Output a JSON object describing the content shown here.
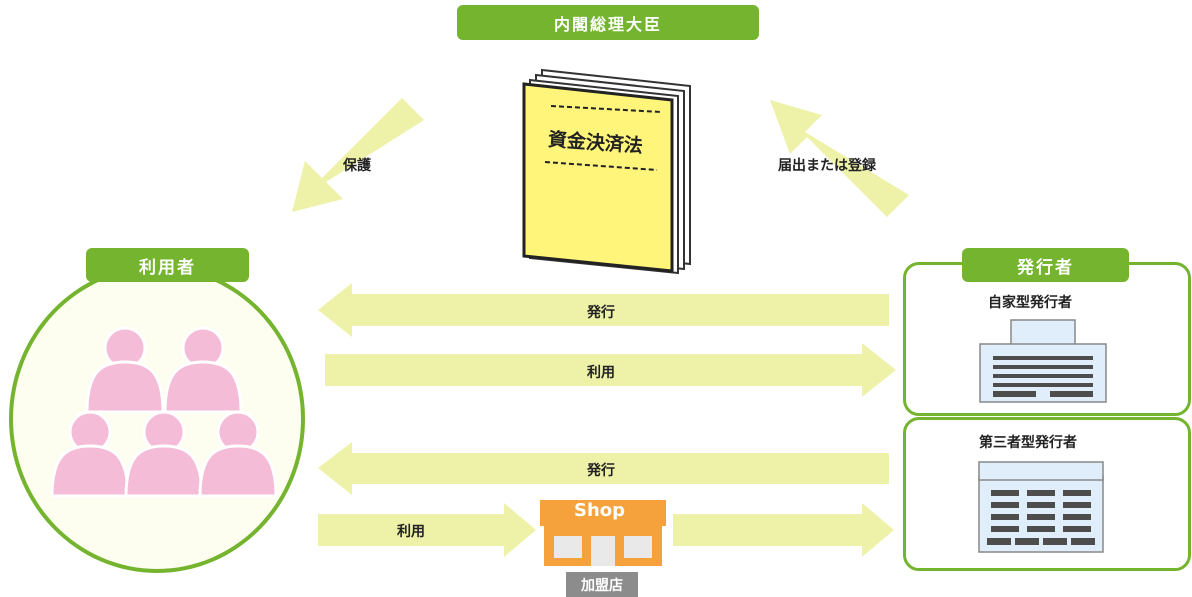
{
  "authority": {
    "label": "内閣総理大臣"
  },
  "law_book": {
    "title": "資金決済法"
  },
  "arrows": {
    "protection_label": "保護",
    "notification_label": "届出または登録",
    "issue_label_1": "発行",
    "use_label_1": "利用",
    "issue_label_2": "発行",
    "use_label_2": "利用"
  },
  "users": {
    "label": "利用者"
  },
  "issuers": {
    "label": "発行者",
    "self_type": "自家型発行者",
    "third_party_type": "第三者型発行者"
  },
  "shop": {
    "sign": "Shop",
    "label": "加盟店"
  },
  "colors": {
    "accent_green": "#74b42e",
    "arrow_yellow": "#eef2a8",
    "book_yellow": "#fff57a",
    "user_pink": "#f5bcd7",
    "building_blue": "#dfeefa",
    "shop_orange": "#f5a23c"
  }
}
